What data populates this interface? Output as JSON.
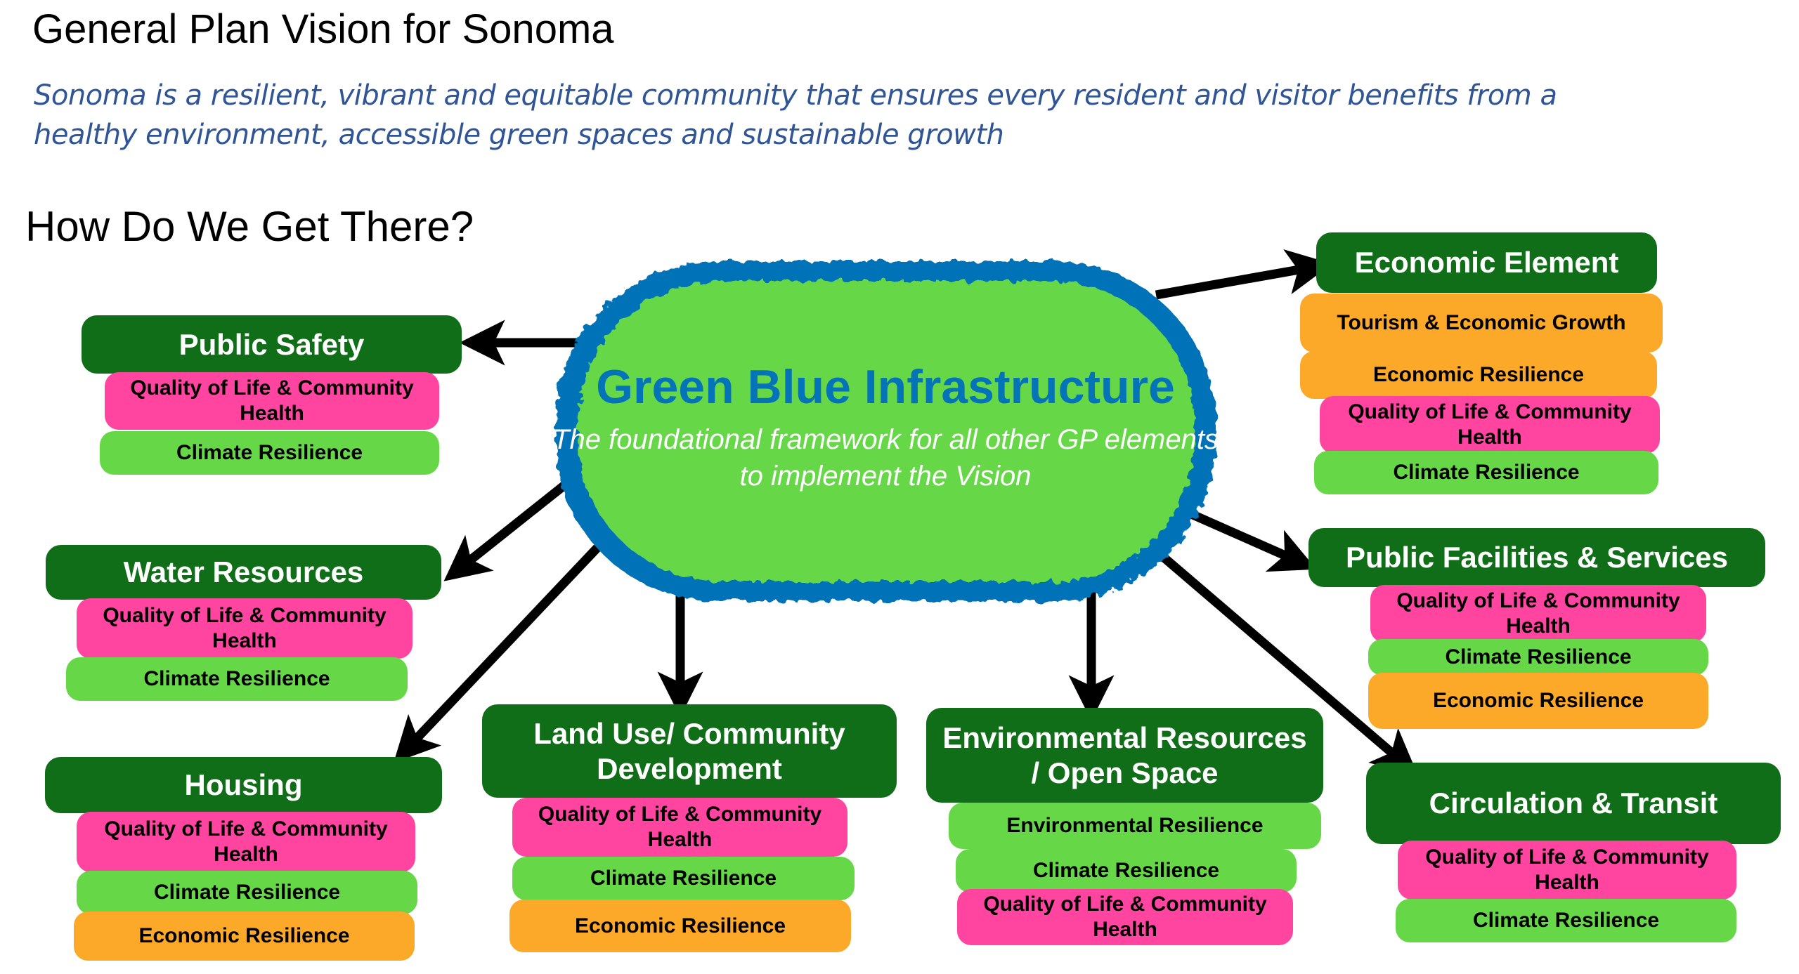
{
  "page": {
    "title": "General Plan Vision for Sonoma",
    "vision": "Sonoma is a resilient, vibrant and equitable community that ensures every resident and visitor benefits from a healthy environment, accessible green spaces and sustainable growth",
    "section_heading": "How Do We Get There?"
  },
  "colors": {
    "element_header": "#116e18",
    "quality_of_life": "#ff45a0",
    "climate_resilience": "#66d847",
    "economic": "#fca828",
    "core_fill": "#66d847",
    "core_border": "#0573b8",
    "vision_text": "#2f5597"
  },
  "core": {
    "title": "Green Blue Infrastructure",
    "subtitle": "The foundational framework for all other GP elements to implement the Vision"
  },
  "elements": [
    {
      "name": "Public Safety",
      "goals": [
        "Quality of Life & Community Health",
        "Climate Resilience"
      ]
    },
    {
      "name": "Water Resources",
      "goals": [
        "Quality of Life & Community Health",
        "Climate Resilience"
      ]
    },
    {
      "name": "Housing",
      "goals": [
        "Quality of Life & Community Health",
        "Climate Resilience",
        "Economic Resilience"
      ]
    },
    {
      "name": "Land Use/ Community Development",
      "goals": [
        "Quality of Life & Community Health",
        "Climate Resilience",
        "Economic Resilience"
      ]
    },
    {
      "name": "Environmental Resources / Open Space",
      "goals": [
        "Environmental Resilience",
        "Climate Resilience",
        "Quality of Life & Community Health"
      ]
    },
    {
      "name": "Circulation & Transit",
      "goals": [
        "Quality of Life & Community Health",
        "Climate Resilience"
      ]
    },
    {
      "name": "Public Facilities & Services",
      "goals": [
        "Quality of Life & Community Health",
        "Climate Resilience",
        "Economic Resilience"
      ]
    },
    {
      "name": "Economic Element",
      "goals": [
        "Tourism & Economic Growth",
        "Economic Resilience",
        "Quality of Life & Community Health",
        "Climate Resilience"
      ]
    }
  ]
}
